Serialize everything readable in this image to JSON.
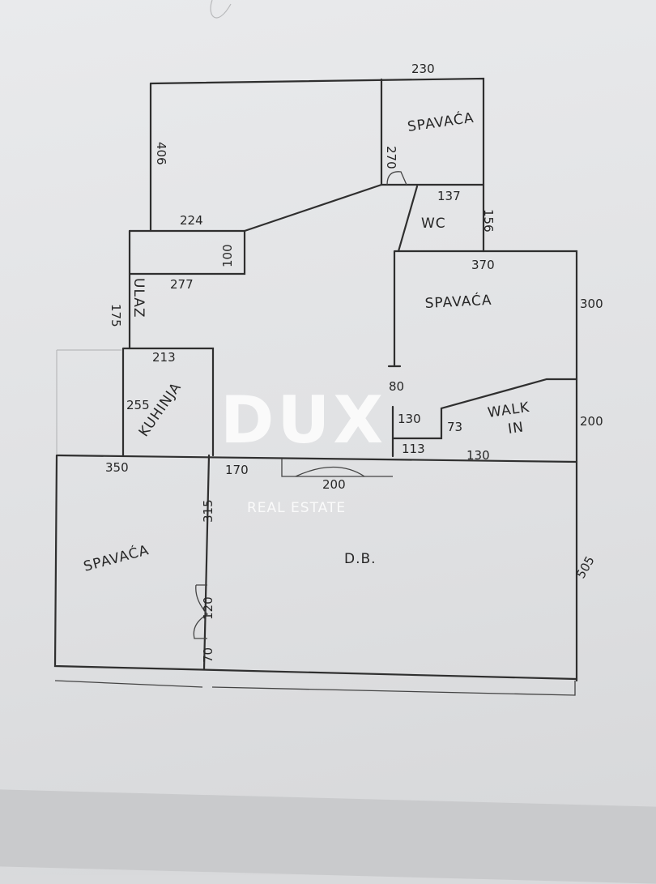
{
  "rooms": {
    "bedroom_top": "SPAVAĆA",
    "wc": "WC",
    "bedroom_right": "SPAVAĆA",
    "entrance": "ULAZ",
    "kitchen": "KUHINJA",
    "walk_in": [
      "WALK",
      "IN"
    ],
    "bedroom_bottom": "SPAVAĆA",
    "living": "D.B."
  },
  "dimensions": {
    "top_width": "230",
    "bedroom_top_height": "270",
    "left_top_height": "406",
    "step_width": "224",
    "step_height": "100",
    "wc_width": "137",
    "wc_height": "156",
    "bedroom_right_width": "370",
    "bedroom_right_height": "300",
    "hall_width": "277",
    "entrance_height": "175",
    "kitchen_width": "213",
    "kitchen_height": "255",
    "partition": "80",
    "small_a": "130",
    "small_b": "113",
    "walk_in_step": "73",
    "walk_in_height": "200",
    "walk_in_width": "130",
    "bedroom_bottom_width": "350",
    "hall_gap": "170",
    "door_width": "200",
    "living_height": "505",
    "bedroom_bottom_height": "315",
    "door_side": "120",
    "door_offset": "70"
  },
  "watermark": {
    "brand": "DUX",
    "tagline": "REAL ESTATE"
  }
}
